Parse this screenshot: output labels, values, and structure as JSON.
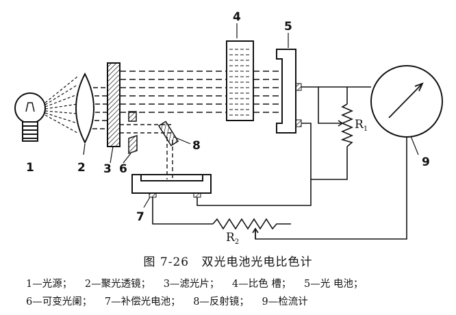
{
  "labels": {
    "n1": "1",
    "n2": "2",
    "n3": "3",
    "n4": "4",
    "n5": "5",
    "n6": "6",
    "n7": "7",
    "n8": "8",
    "n9": "9",
    "r1_main": "R",
    "r1_sub": "1",
    "r2_main": "R",
    "r2_sub": "2"
  },
  "caption": {
    "number": "图 7-26",
    "title": "双光电池光电比色计"
  },
  "legend": [
    "1—光源；",
    "2—聚光透镜；",
    "3—滤光片；",
    "4—比色 槽；",
    "5—光 电池；",
    "6—可变光阑；",
    "7—补偿光电池；",
    "8—反射镜；",
    "9—检流计"
  ],
  "icons": {
    "light_source": "bulb-icon",
    "lens": "lens-icon",
    "galvanometer": "galvanometer-icon"
  }
}
